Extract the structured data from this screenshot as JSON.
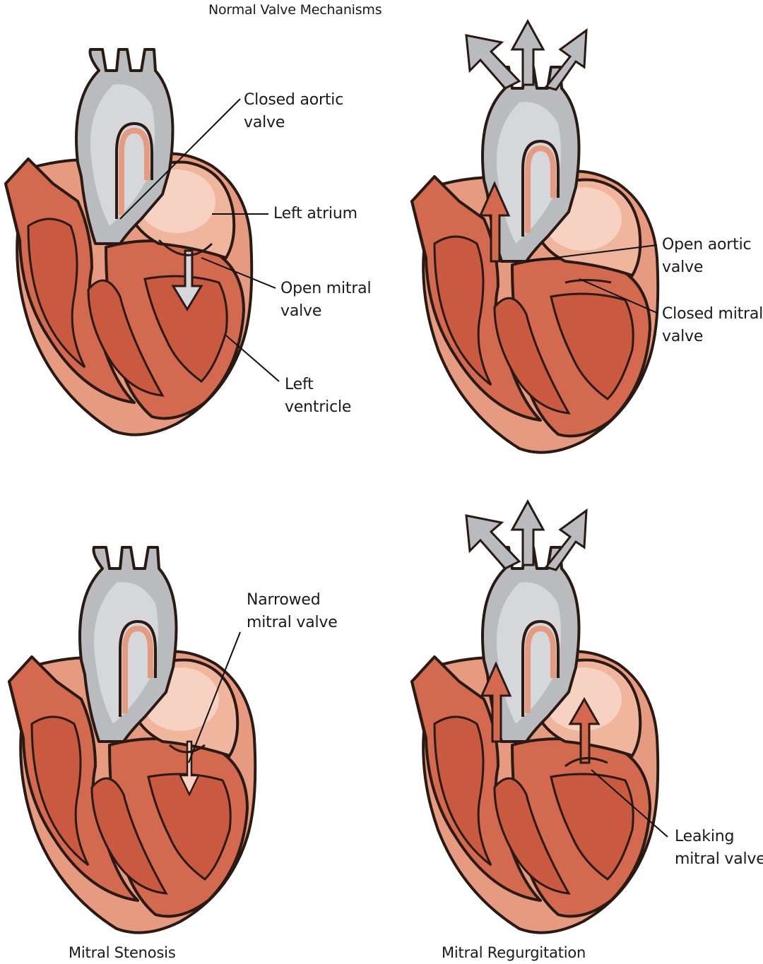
{
  "diagram": {
    "title": "Normal Valve Mechanisms",
    "panels": [
      {
        "caption": "",
        "callouts": [
          {
            "lines": [
              "Closed aortic",
              "valve"
            ]
          },
          {
            "lines": [
              "Left atrium"
            ]
          },
          {
            "lines": [
              "Open mitral",
              "valve"
            ]
          },
          {
            "lines": [
              "Left",
              "ventricle"
            ]
          }
        ]
      },
      {
        "caption": "",
        "callouts": [
          {
            "lines": [
              "Open aortic",
              "valve"
            ]
          },
          {
            "lines": [
              "Closed mitral",
              "valve"
            ]
          }
        ]
      },
      {
        "caption": "Mitral Stenosis",
        "callouts": [
          {
            "lines": [
              "Narrowed",
              "mitral valve"
            ]
          }
        ]
      },
      {
        "caption": "Mitral Regurgitation",
        "callouts": [
          {
            "lines": [
              "Leaking",
              "mitral valve"
            ]
          }
        ]
      }
    ],
    "colors": {
      "muscle": "#d36a4f",
      "muscle_light": "#e69a80",
      "chamber_shade": "#c95a3f",
      "atrium": "#f0b59d",
      "atrium_light": "#f7d2c2",
      "vessel": "#b9bbbf",
      "vessel_light": "#d5d7da",
      "outline": "#2a1a14",
      "leader": "#111111"
    }
  }
}
